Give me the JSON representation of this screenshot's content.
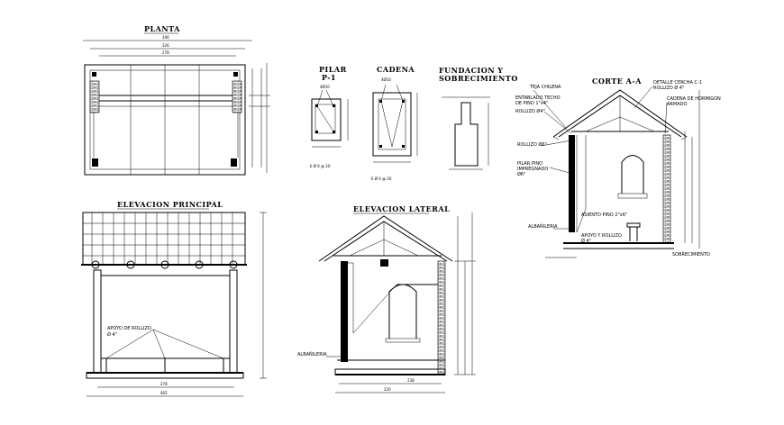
{
  "views": {
    "planta": {
      "title": "PLANTA",
      "dims": [
        "346",
        "326",
        "278"
      ]
    },
    "pilar": {
      "title": "PILAR",
      "subtitle": "P-1",
      "rebar": "4Ø10",
      "stirrups": "E Ø 6 @ 20"
    },
    "cadena": {
      "title": "CADENA",
      "rebar": "4Ø10",
      "stirrups": "E Ø 6 @ 20"
    },
    "fundacion": {
      "title_line1": "FUNDACION Y",
      "title_line2": "SOBRECIMIENTO"
    },
    "corte": {
      "title": "CORTE A-A",
      "labels": {
        "teja": "TEJA CHILENA",
        "entablado_1": "ENTABLADO TECHO",
        "entablado_2": "DE PINO 1\"x4\"",
        "rollizo_top": "ROLLIZO Ø4\"",
        "detalle_1": "DETALLE CERCHA C-1",
        "detalle_2": "ROLLIZO Ø 4\"",
        "cadena_1": "CADENA DE HORMIGON",
        "cadena_2": "ARMADO",
        "rollizo_mid": "ROLLIZO Ø6\"",
        "pilar_1": "PILAR PINO",
        "pilar_2": "IMPREGNADO",
        "pilar_3": "Ø6\"",
        "asiento": "ASIENTO PINO 2\"x6\"",
        "albanileria": "ALBAÑILERIA",
        "apoyo_1": "APOYO Y ROLLIZO",
        "apoyo_2": "Ø 4\"",
        "sobrecimiento": "SOBRECIMIENTO"
      }
    },
    "elev_principal": {
      "title": "ELEVACION PRINCIPAL",
      "label_1": "APOYO DE ROLLIZO",
      "label_2": "Ø 4\"",
      "dims": [
        "278",
        "405"
      ]
    },
    "elev_lateral": {
      "title": "ELEVACION LATERAL",
      "label": "ALBAÑILERIA",
      "dims": [
        "238",
        "220"
      ]
    }
  }
}
